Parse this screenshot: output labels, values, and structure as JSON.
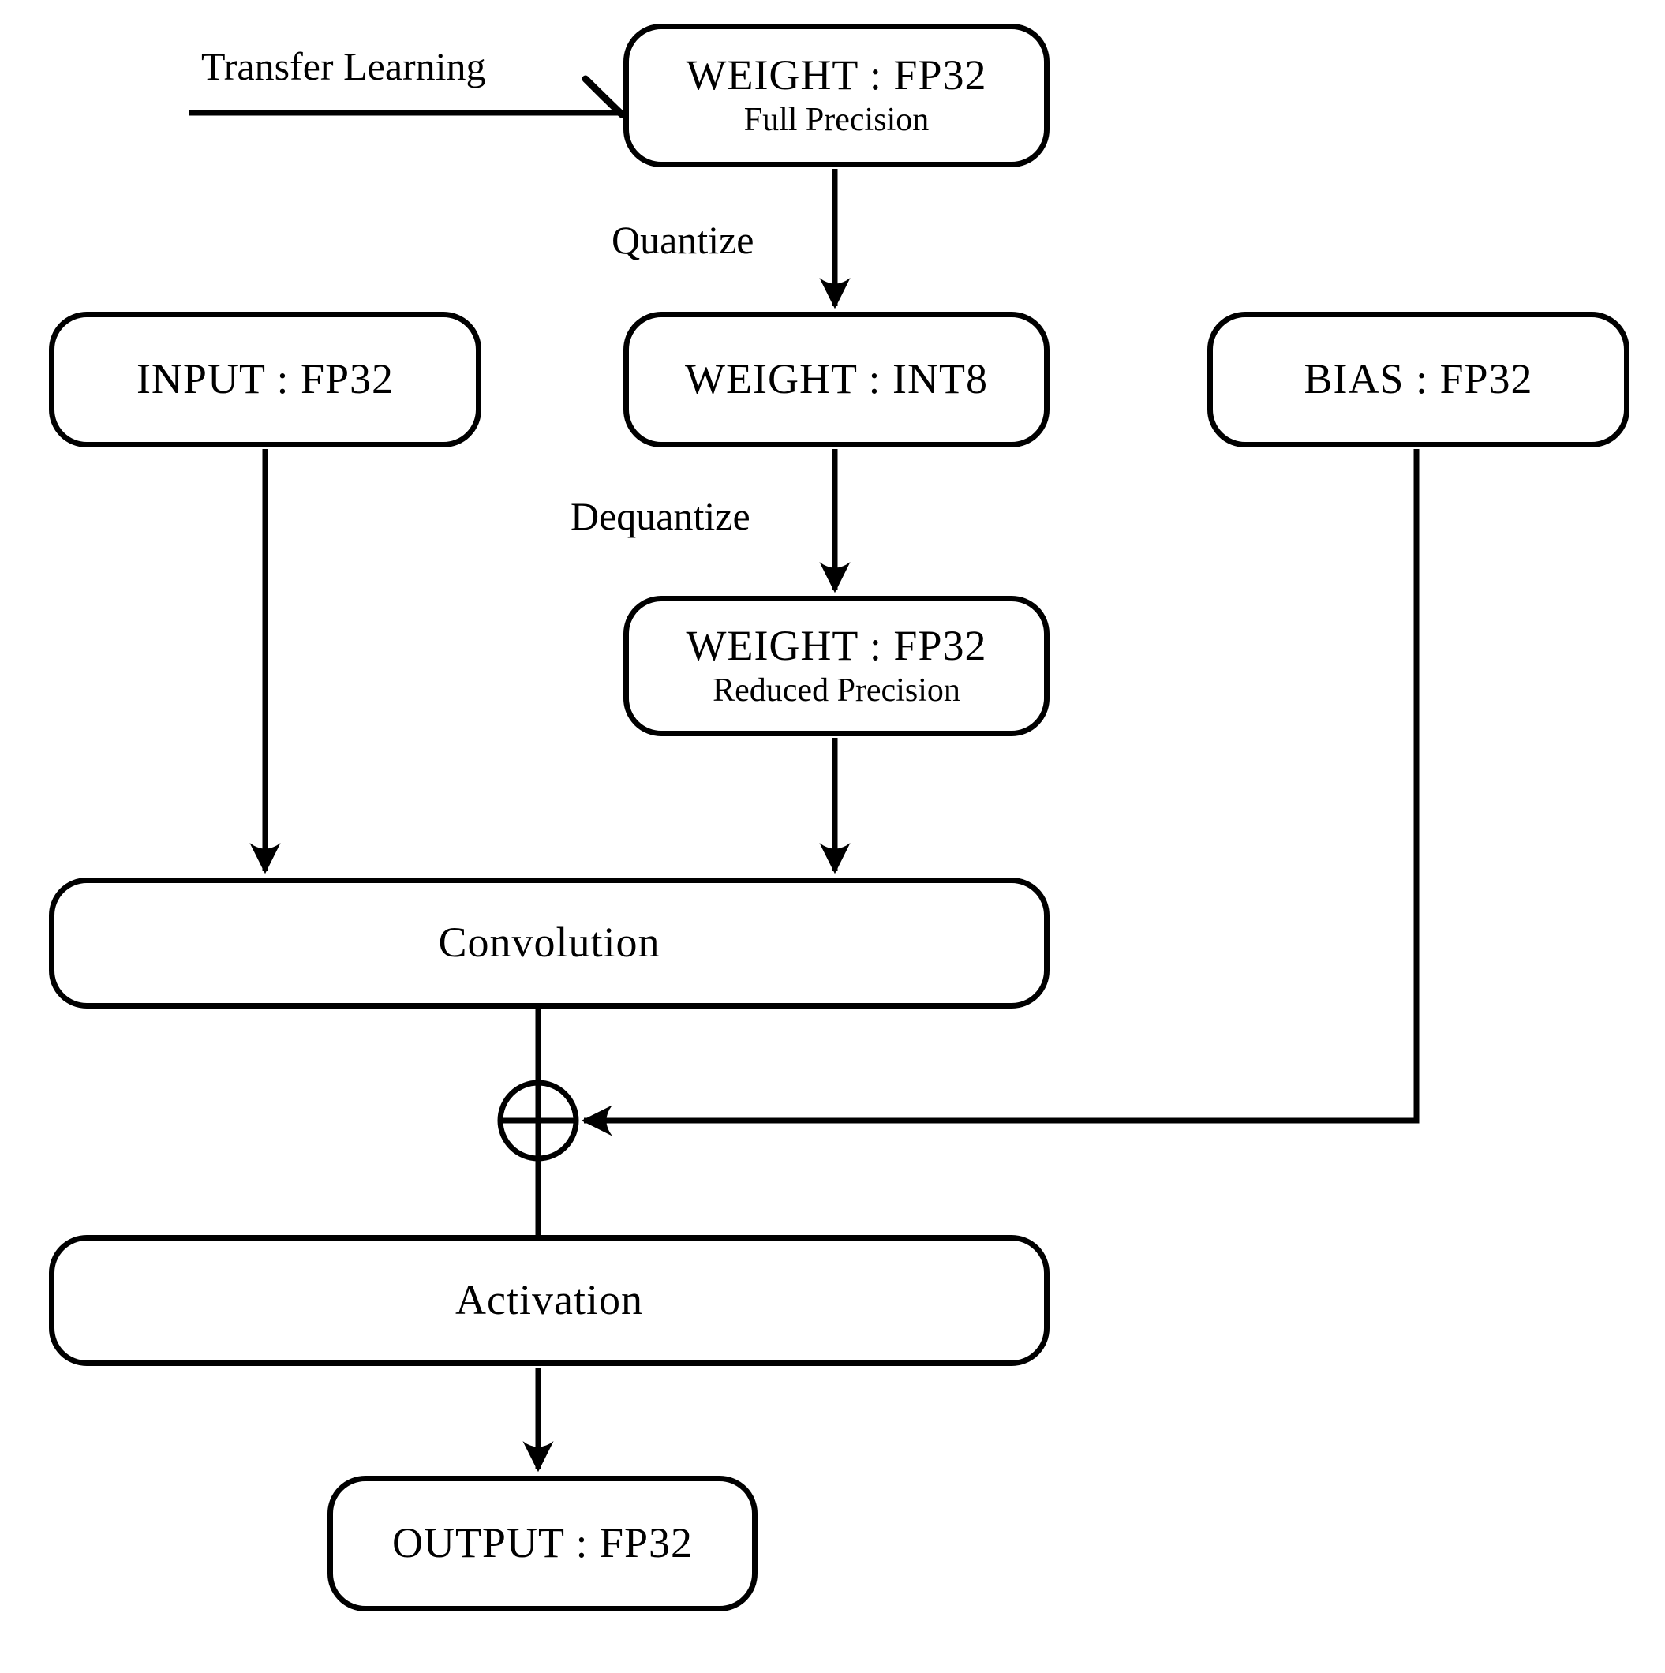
{
  "diagram": {
    "type": "flowchart",
    "nodes": {
      "weight_fp32_full": {
        "line1": "WEIGHT : FP32",
        "line2": "Full Precision"
      },
      "input_fp32": {
        "label": "INPUT : FP32"
      },
      "weight_int8": {
        "label": "WEIGHT : INT8"
      },
      "bias_fp32": {
        "label": "BIAS : FP32"
      },
      "weight_fp32_reduced": {
        "line1": "WEIGHT : FP32",
        "line2": "Reduced Precision"
      },
      "convolution": {
        "label": "Convolution"
      },
      "sum_junction": {
        "icon": "circled-plus-icon",
        "symbol": "⊕"
      },
      "activation": {
        "label": "Activation"
      },
      "output_fp32": {
        "label": "OUTPUT : FP32"
      }
    },
    "edge_labels": {
      "transfer_learning": "Transfer Learning",
      "quantize": "Quantize",
      "dequantize": "Dequantize"
    },
    "edges": [
      "transfer_learning -> weight_fp32_full",
      "weight_fp32_full -> weight_int8 (Quantize)",
      "weight_int8 -> weight_fp32_reduced (Dequantize)",
      "input_fp32 -> convolution",
      "weight_fp32_reduced -> convolution",
      "convolution -> sum_junction",
      "bias_fp32 -> sum_junction",
      "sum_junction -> activation",
      "activation -> output_fp32"
    ],
    "colors": {
      "stroke": "#000000",
      "background": "#ffffff"
    }
  }
}
